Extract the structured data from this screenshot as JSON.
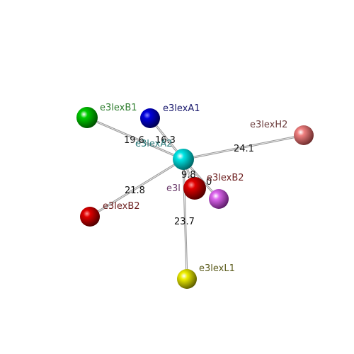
{
  "atoms": {
    "center": {
      "label": "e3lexA2",
      "color": "#00e5e5"
    },
    "b1": {
      "label": "e3lexB1",
      "color": "#00cc00"
    },
    "a1": {
      "label": "e3lexA1",
      "color": "#0000dd"
    },
    "h2": {
      "label": "e3lexH2",
      "color": "#f08080"
    },
    "b2_near": {
      "label": "e3lexB2",
      "color": "#e00000"
    },
    "b2_far": {
      "label": "e3lexB2",
      "color": "#e00000"
    },
    "violet": {
      "label": "e3l",
      "color": "#dd66ee"
    },
    "l1": {
      "label": "e3lexL1",
      "color": "#eeee00"
    }
  },
  "label_colors": {
    "b1": "#2e7d2e",
    "a1": "#1a1a6e",
    "center": "#2a7a7a",
    "h2": "#6e4040",
    "b2": "#6e2020",
    "violet": "#6a3a6a",
    "l1": "#5a5a1a"
  },
  "distances": {
    "b1": "19.6",
    "a1": "16.3",
    "h2": "24.1",
    "b2_far": "21.8",
    "b2_near": "9.8",
    "violet": "0",
    "l1": "23.7"
  }
}
